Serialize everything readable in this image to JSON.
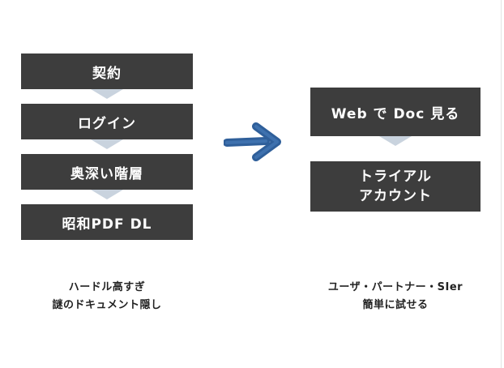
{
  "left_flow": {
    "steps": [
      {
        "label": "契約"
      },
      {
        "label": "ログイン"
      },
      {
        "label": "奥深い階層"
      },
      {
        "label": "昭和PDF DL"
      }
    ],
    "caption": {
      "line1": "ハードル高すぎ",
      "line2": "謎のドキュメント隠し"
    }
  },
  "arrow": {
    "icon": "right-arrow-icon",
    "color": "#2f5f9a"
  },
  "right_flow": {
    "steps": [
      {
        "lines": [
          "Web で Doc 見る"
        ]
      },
      {
        "lines": [
          "トライアル",
          "アカウント"
        ]
      }
    ],
    "caption": {
      "line1": "ユーザ・パートナー・SIer",
      "line2": "簡単に試せる"
    }
  },
  "colors": {
    "box": "#3d3d3d",
    "connector": "#c9d3de",
    "text_light": "#ffffff",
    "text_dark": "#222222"
  }
}
